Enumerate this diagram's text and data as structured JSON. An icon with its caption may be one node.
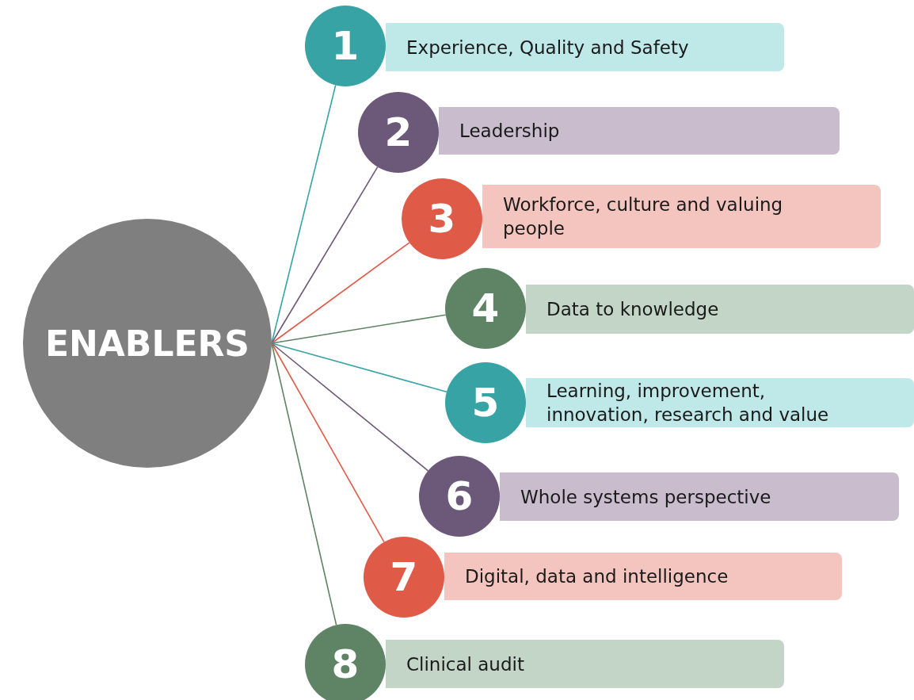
{
  "diagram": {
    "nodes": [
      {
        "text": [
          "ENABLERS"
        ]
      },
      {
        "text": [
          "1"
        ]
      },
      {
        "text": [
          "Experience, Quality and Safety"
        ]
      },
      {
        "text": [
          "2"
        ]
      },
      {
        "text": [
          "Leadership"
        ]
      },
      {
        "text": [
          "3"
        ]
      },
      {
        "text": [
          "Workforce, culture and valuing people"
        ]
      },
      {
        "text": [
          "4"
        ]
      },
      {
        "text": [
          "Data to knowledge"
        ]
      },
      {
        "text": [
          "5"
        ]
      },
      {
        "text": [
          "Learning, improvement, innovation, research and value"
        ]
      },
      {
        "text": [
          "6"
        ]
      },
      {
        "text": [
          "Whole systems perspective"
        ]
      },
      {
        "text": [
          "7"
        ]
      },
      {
        "text": [
          "Digital, data and intelligence"
        ]
      },
      {
        "text": [
          "8"
        ]
      },
      {
        "text": [
          "Clinical audit"
        ]
      }
    ],
    "edges": [
      {
        "from": 0,
        "to": 1,
        "arrow": "none",
        "color": "#37a3a5"
      },
      {
        "from": 0,
        "to": 3,
        "arrow": "none",
        "color": "#6c5878"
      },
      {
        "from": 0,
        "to": 5,
        "arrow": "none",
        "color": "#e05a48"
      },
      {
        "from": 0,
        "to": 7,
        "arrow": "none",
        "color": "#5e8465"
      },
      {
        "from": 0,
        "to": 9,
        "arrow": "none",
        "color": "#37a3a5"
      },
      {
        "from": 0,
        "to": 11,
        "arrow": "none",
        "color": "#6c5878"
      },
      {
        "from": 0,
        "to": 13,
        "arrow": "none",
        "color": "#e05a48"
      },
      {
        "from": 0,
        "to": 15,
        "arrow": "none",
        "color": "#5e8465"
      }
    ]
  }
}
